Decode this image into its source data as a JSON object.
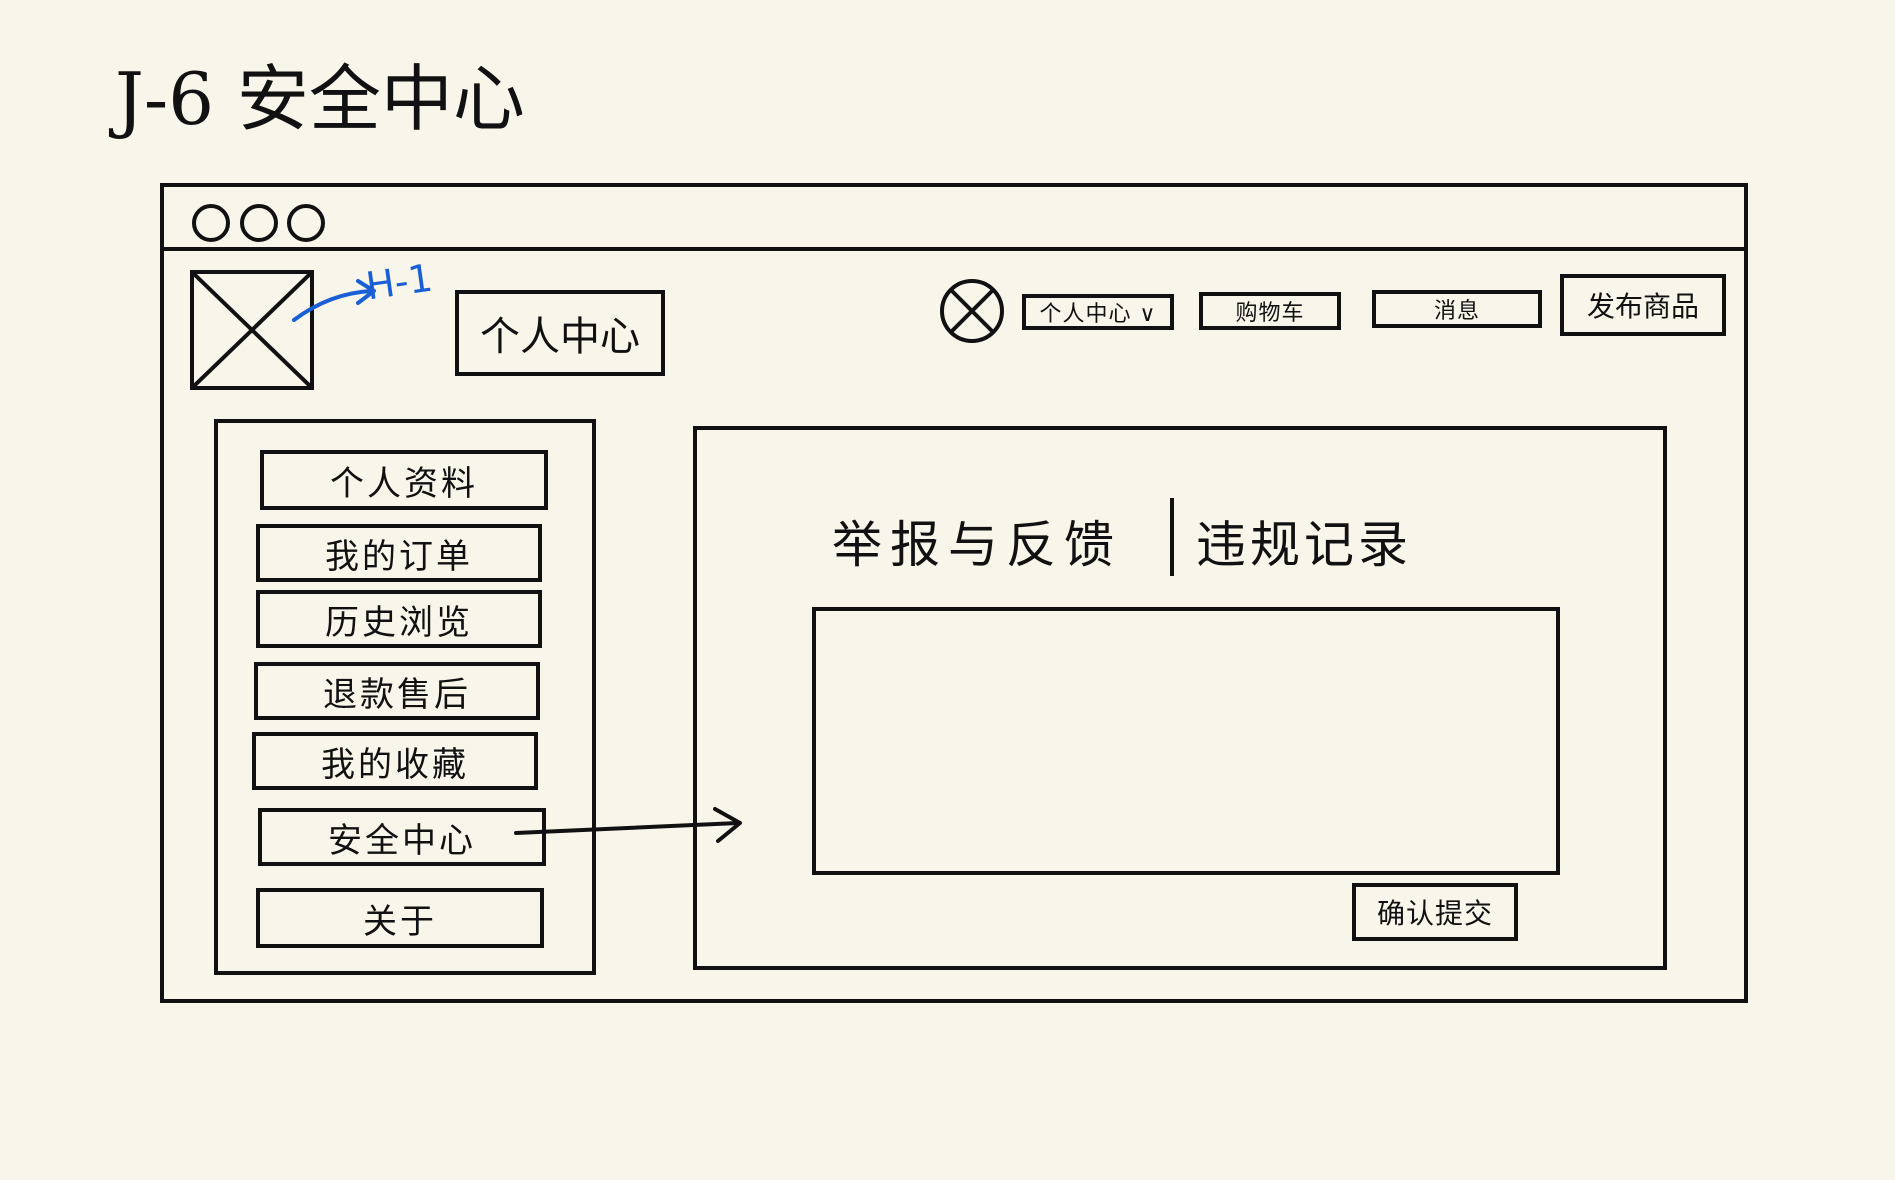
{
  "page": {
    "title": "J-6 安全中心"
  },
  "annotation": {
    "label": "H-1",
    "color": "#1a5fd6"
  },
  "window": {
    "dots": 3
  },
  "header": {
    "page_button": "个人中心",
    "icons": {
      "logo": "image-placeholder-icon",
      "close": "close-circle-icon"
    },
    "nav": [
      {
        "label": "个人中心 ∨"
      },
      {
        "label": "购物车"
      },
      {
        "label": "消息"
      },
      {
        "label": "发布商品"
      }
    ]
  },
  "sidebar": {
    "items": [
      {
        "label": "个人资料"
      },
      {
        "label": "我的订单"
      },
      {
        "label": "历史浏览"
      },
      {
        "label": "退款售后"
      },
      {
        "label": "我的收藏"
      },
      {
        "label": "安全中心"
      },
      {
        "label": "关于"
      }
    ]
  },
  "main": {
    "tabs": [
      {
        "label": "举报与反馈"
      },
      {
        "label": "违规记录"
      }
    ],
    "submit_label": "确认提交"
  }
}
